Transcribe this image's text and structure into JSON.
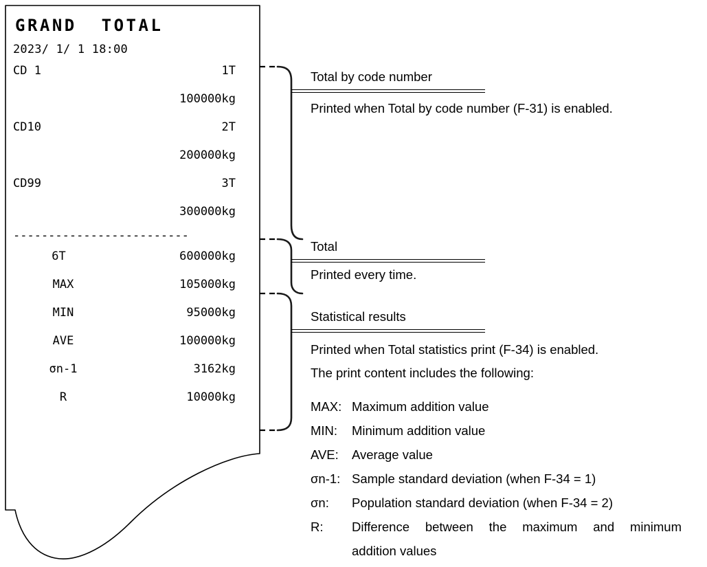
{
  "receipt": {
    "title": "GRAND  TOTAL",
    "datetime": "2023/ 1/ 1 18:00",
    "separator": "-------------------------",
    "code_entries": [
      {
        "label": "CD 1",
        "count": "1T",
        "weight": "100000kg"
      },
      {
        "label": "CD10",
        "count": "2T",
        "weight": "200000kg"
      },
      {
        "label": "CD99",
        "count": "3T",
        "weight": "300000kg"
      }
    ],
    "total": {
      "label": "6T",
      "value": "600000kg"
    },
    "statistics": [
      {
        "label": "MAX",
        "value": "105000kg"
      },
      {
        "label": "MIN",
        "value": "95000kg"
      },
      {
        "label": "AVE",
        "value": "100000kg"
      },
      {
        "label": "σn-1",
        "value": "3162kg"
      },
      {
        "label": "R",
        "value": "10000kg"
      }
    ]
  },
  "annotations": {
    "code_total": {
      "heading": "Total by code number",
      "body": "Printed when Total by code number (F-31) is enabled."
    },
    "total": {
      "heading": "Total",
      "body": "Printed every time."
    },
    "statistics": {
      "heading": "Statistical results",
      "body_line1": "Printed when Total statistics print (F-34) is enabled.",
      "body_line2": "The print content includes the following:",
      "definitions": [
        {
          "term": "MAX:",
          "desc": "Maximum addition value"
        },
        {
          "term": "MIN:",
          "desc": "Minimum addition value"
        },
        {
          "term": "AVE:",
          "desc": "Average value"
        },
        {
          "term": "σn-1:",
          "desc": "Sample standard deviation (when F-34 = 1)"
        },
        {
          "term": "σn:",
          "desc": "Population standard deviation (when F-34 = 2)"
        },
        {
          "term": "R:",
          "desc": "Difference between the maximum and minimum"
        }
      ],
      "definition_continuation": "addition values"
    }
  },
  "colors": {
    "ink": "#000000",
    "paper": "#ffffff"
  }
}
